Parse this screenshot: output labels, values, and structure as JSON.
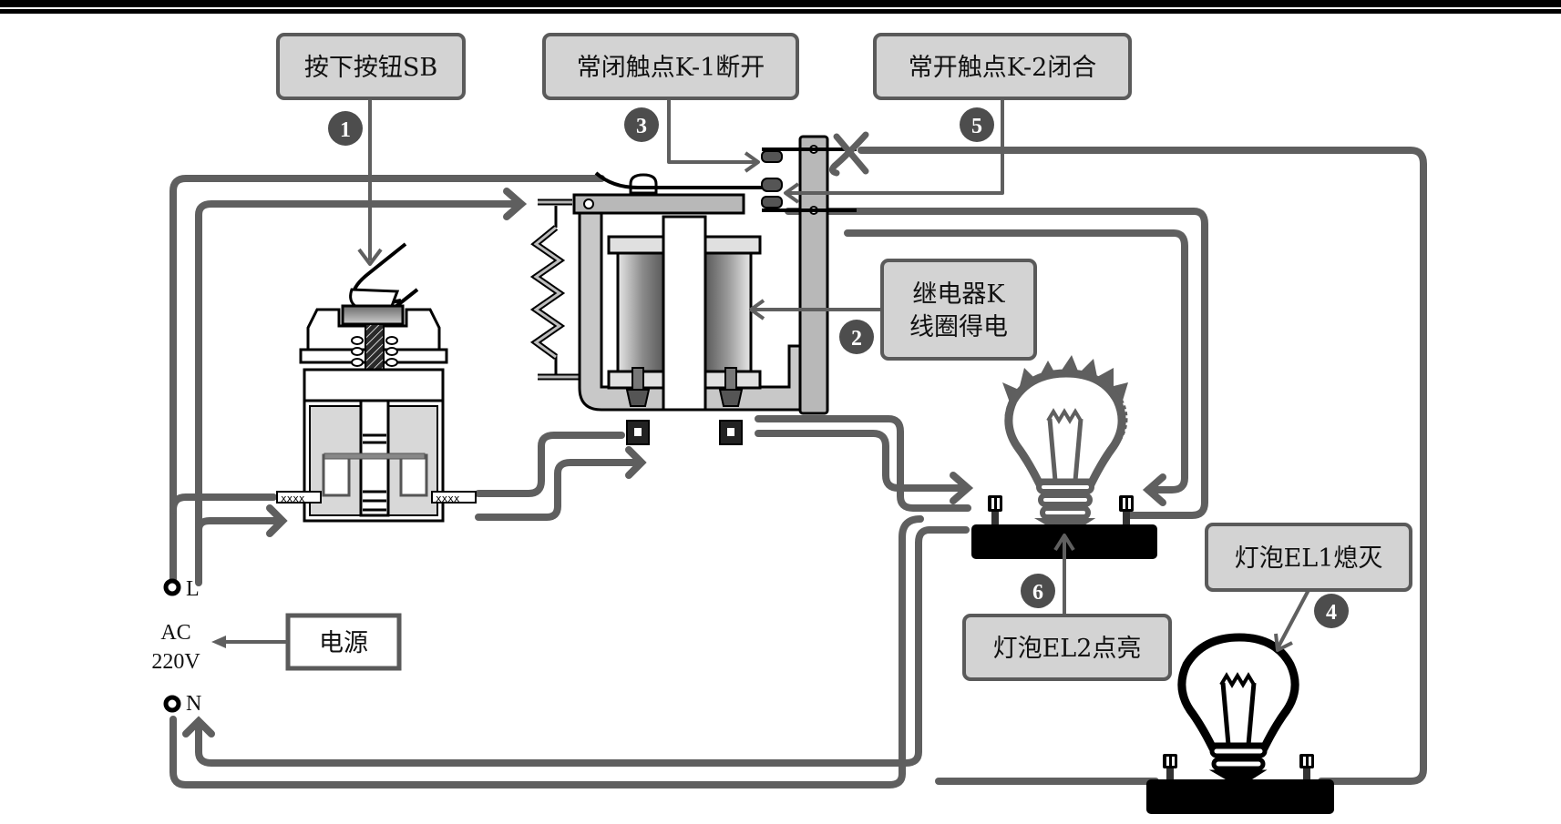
{
  "diagram": {
    "title": "",
    "subject": "relay-controlled lamp circuit: pressing button SB energizes relay K",
    "colors": {
      "wire": "#5f5f5f",
      "callout_fill": "#d3d3d3",
      "callout_border": "#5a5a5a",
      "badge": "#4d4d4d",
      "metal": "#b8b8b8",
      "dark": "#000000",
      "background": "#ffffff"
    },
    "callouts": [
      {
        "id": "c1",
        "step": "1",
        "text": "按下按钮SB"
      },
      {
        "id": "c2",
        "step": "2",
        "lines": [
          "继电器K",
          "线圈得电"
        ]
      },
      {
        "id": "c3",
        "step": "3",
        "text": "常闭触点K-1断开"
      },
      {
        "id": "c4",
        "step": "4",
        "text": "灯泡EL1熄灭"
      },
      {
        "id": "c5",
        "step": "5",
        "text": "常开触点K-2闭合"
      },
      {
        "id": "c6",
        "step": "6",
        "text": "灯泡EL2点亮"
      }
    ],
    "power": {
      "terminal_L": "L",
      "terminal_N": "N",
      "voltage_line1": "AC",
      "voltage_line2": "220V",
      "source_label": "电源"
    },
    "components": {
      "button": "button-sb",
      "relay": "relay-k",
      "lamp_on": "lamp-el2",
      "lamp_off": "lamp-el1"
    }
  }
}
